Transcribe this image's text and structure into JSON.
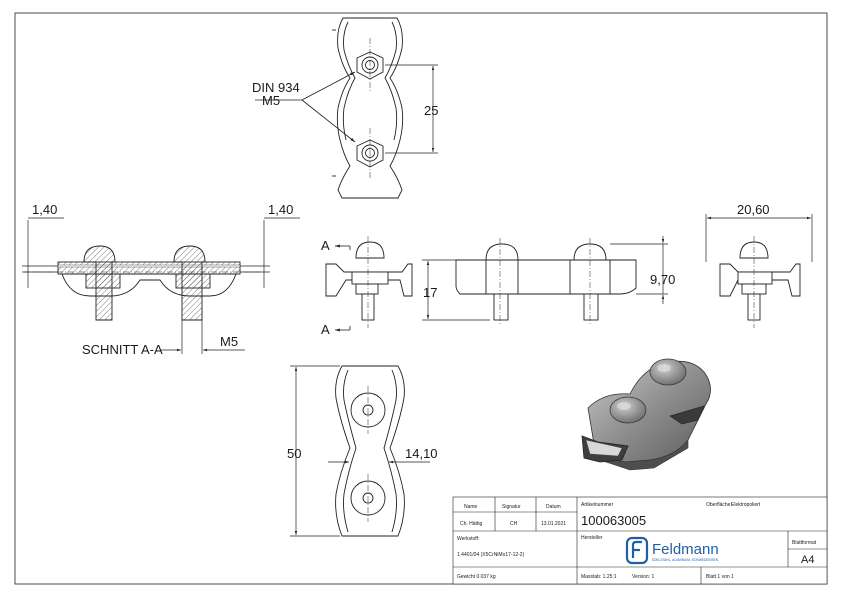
{
  "annotations": {
    "din_label": "DIN 934",
    "m5_top": "M5",
    "dim_25": "25",
    "dim_140_left": "1,40",
    "dim_140_right": "1,40",
    "dim_2060": "20,60",
    "dim_17": "17",
    "dim_970": "9,70",
    "section_a_top": "A",
    "section_a_bottom": "A",
    "schnitt": "SCHNITT A-A",
    "m5_bottom": "M5",
    "dim_50": "50",
    "dim_1410": "14,10"
  },
  "title_block": {
    "col_name": "Name",
    "col_signatur": "Signatur",
    "col_datum": "Datum",
    "name_value": "Ch. Hättig",
    "signatur_value": "CH",
    "datum_value": "13.01.2021",
    "artikelnummer_label": "Artikelnummer",
    "artikelnummer_value": "100063005",
    "oberflaeche_label": "Oberfläche:",
    "oberflaeche_value": "Elektropoliert",
    "werkstoff_label": "Werkstoff:",
    "werkstoff_value": "1.4401/04 (X5CrNiMo17-12-2)",
    "hersteller_label": "Hersteller",
    "brand_name": "Feldmann",
    "brand_tagline": "EDELSTAHL, ALUMINIUM, SCHMIEDEEISEN",
    "blattformat_label": "Blattformat",
    "blattformat_value": "A4",
    "gewicht": "Gewicht 0.037 kg",
    "massstab": "Masstab: 1.25:1",
    "version": "Version: 1",
    "blatt": "Blatt 1 von 1"
  },
  "colors": {
    "line": "#222222",
    "hatch": "#444444",
    "part_fill": "#9a9a9a",
    "part_dark": "#5a5a5a",
    "brand_blue": "#1f5fa8"
  }
}
